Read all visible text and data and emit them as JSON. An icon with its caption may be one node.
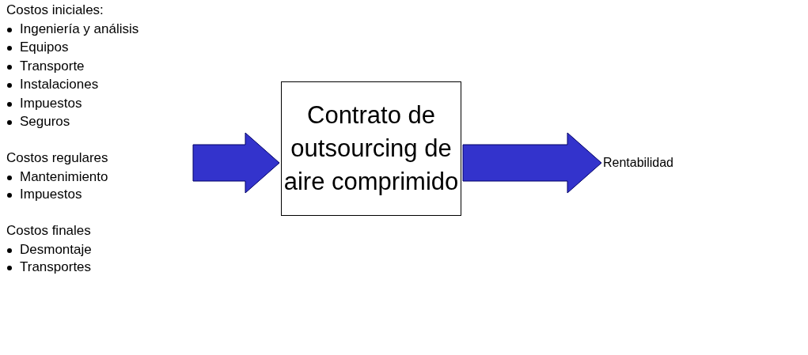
{
  "diagram": {
    "nodes": [
      {
        "text": [
          "Costos iniciales:",
          "Ingeniería y análisis",
          "Equipos",
          "Transporte",
          "Instalaciones",
          "Impuestos",
          "Seguros",
          "Costos regulares",
          "Mantenimiento",
          "Impuestos",
          "Costos finales",
          "Desmontaje",
          "Transportes"
        ]
      },
      {
        "text": [
          "Contrato de outsourcing de aire comprimido"
        ]
      },
      {
        "text": [
          "Rentabilidad"
        ]
      }
    ],
    "edges": [
      {
        "from": 0,
        "to": 1,
        "arrow": "to"
      },
      {
        "from": 1,
        "to": 2,
        "arrow": "to"
      }
    ]
  }
}
